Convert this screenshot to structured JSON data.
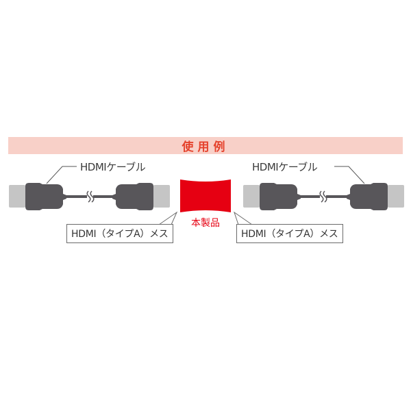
{
  "header": {
    "title": "使用例",
    "bg_color": "#f8d0c8",
    "text_color": "#e5422c"
  },
  "left_cable": {
    "label": "HDMIケーブル",
    "callout": "HDMI（タイプA）メス"
  },
  "right_cable": {
    "label": "HDMIケーブル",
    "callout": "HDMI（タイプA）メス"
  },
  "product": {
    "label": "本製品",
    "color": "#e60012"
  },
  "colors": {
    "connector_body": "#58565a",
    "connector_tip": "#c5c5c5",
    "line": "#555555"
  }
}
